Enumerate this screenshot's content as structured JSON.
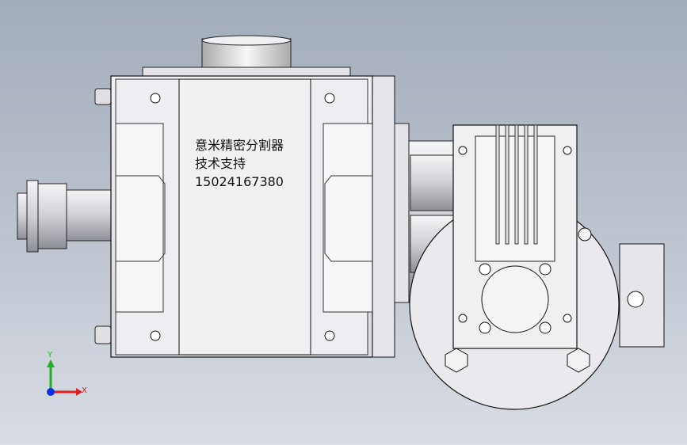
{
  "label": {
    "line1": "意米精密分割器",
    "line2": "技术支持",
    "line3": "15024167380"
  },
  "triad": {
    "x_label": "X",
    "y_label": "Y",
    "x_color": "#e02020",
    "y_color": "#20b020",
    "z_color": "#1030e0"
  },
  "colors": {
    "background_top": "#a3acba",
    "background_bottom": "#d9dde4",
    "part_face": "#ececf0",
    "edge": "#111111"
  }
}
